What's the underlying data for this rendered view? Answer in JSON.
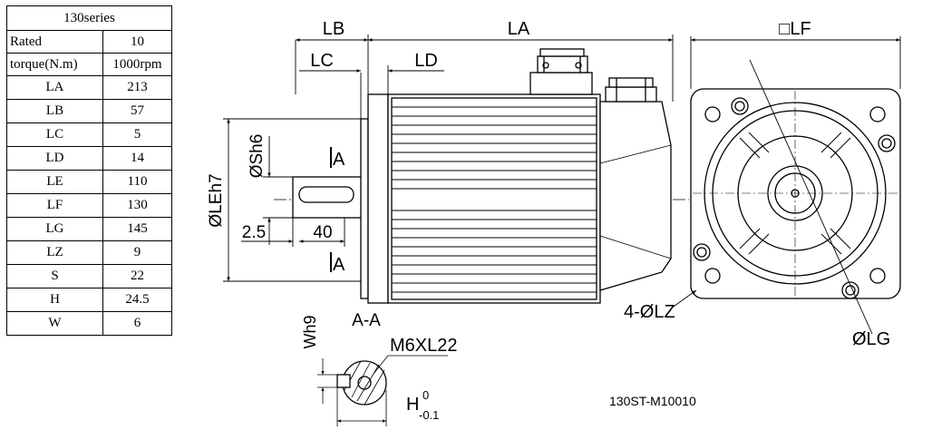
{
  "table": {
    "series": "130series",
    "row_rated": [
      "Rated",
      "10"
    ],
    "row_torque": [
      "torque(N.m)",
      "1000rpm"
    ],
    "rows": [
      [
        "LA",
        "213"
      ],
      [
        "LB",
        "57"
      ],
      [
        "LC",
        "5"
      ],
      [
        "LD",
        "14"
      ],
      [
        "LE",
        "110"
      ],
      [
        "LF",
        "130"
      ],
      [
        "LG",
        "145"
      ],
      [
        "LZ",
        "9"
      ],
      [
        "S",
        "22"
      ],
      [
        "H",
        "24.5"
      ],
      [
        "W",
        "6"
      ]
    ]
  },
  "drawing": {
    "dim_lb": "LB",
    "dim_la": "LA",
    "dim_lf": "□LF",
    "dim_lc": "LC",
    "dim_ld": "LD",
    "dim_shaft": "ØSh6",
    "dim_flange": "ØLEh7",
    "section_mark_top": "A",
    "section_mark_bottom": "A",
    "dim_2_5": "2.5",
    "dim_40": "40",
    "dim_lz": "4-ØLZ",
    "dim_lg": "ØLG",
    "section_title": "A-A",
    "dim_wh9": "Wh9",
    "dim_thread": "M6XL22",
    "dim_h": "H",
    "dim_h_upper": "0",
    "dim_h_lower": "-0.1",
    "model": "130ST-M10010"
  }
}
